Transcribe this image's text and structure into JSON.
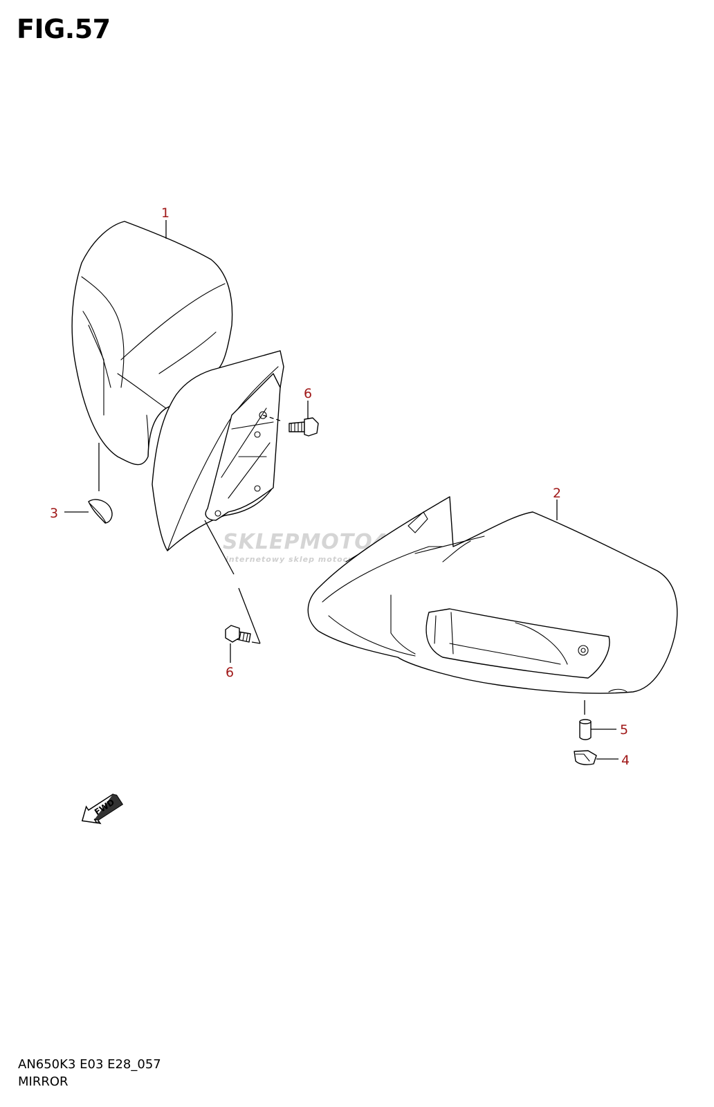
{
  "figure": {
    "title": "FIG.57"
  },
  "callouts": [
    {
      "id": "c1",
      "label": "1"
    },
    {
      "id": "c2",
      "label": "2"
    },
    {
      "id": "c3",
      "label": "3"
    },
    {
      "id": "c4",
      "label": "4"
    },
    {
      "id": "c5",
      "label": "5"
    },
    {
      "id": "c6a",
      "label": "6"
    },
    {
      "id": "c6b",
      "label": "6"
    }
  ],
  "fwd_arrow": {
    "label": "FWD"
  },
  "watermark": {
    "brand": "SKLEPMOTO46.PL",
    "subtitle": "internetowy sklep motocyklowy"
  },
  "footer": {
    "code": "AN650K3 E03 E28_057",
    "name": "MIRROR"
  },
  "colors": {
    "callout": "#a01818",
    "line": "#000000",
    "watermark": "#c8c8c8"
  }
}
